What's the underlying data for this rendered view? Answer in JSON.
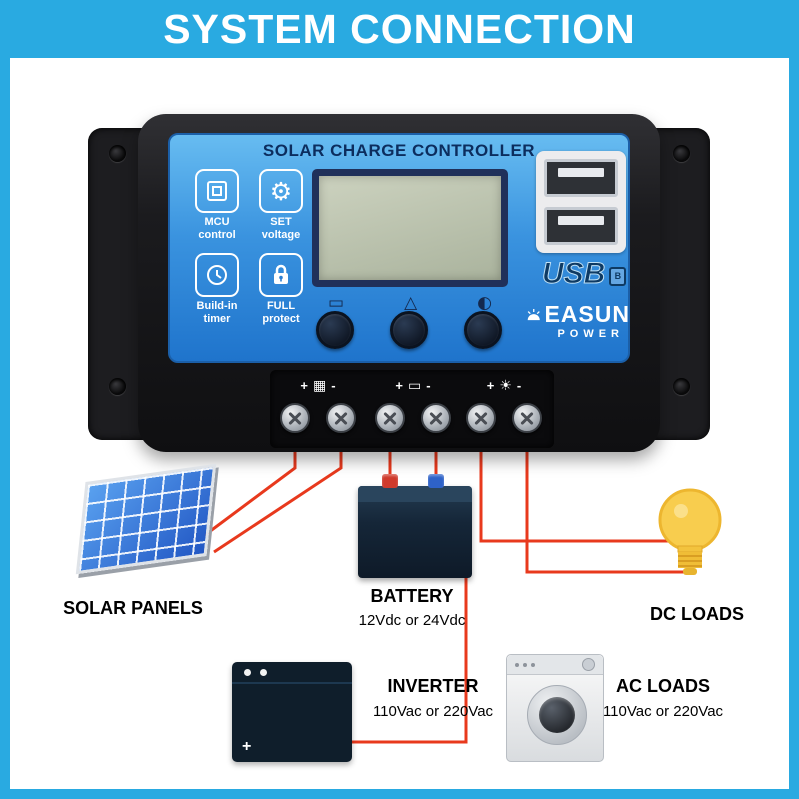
{
  "banner": {
    "title": "SYSTEM CONNECTION"
  },
  "controller": {
    "title": "SOLAR CHARGE CONTROLLER",
    "features": [
      {
        "name": "mcu-control",
        "line1": "MCU",
        "line2": "control"
      },
      {
        "name": "set-voltage",
        "glyph": "⚙",
        "line1": "SET",
        "line2": "voltage"
      },
      {
        "name": "build-in-timer",
        "line1": "Build-in",
        "line2": "timer"
      },
      {
        "name": "full-protect",
        "line1": "FULL",
        "line2": "protect"
      }
    ],
    "indicators": [
      {
        "name": "battery-icon",
        "glyph": "▭"
      },
      {
        "name": "panel-icon",
        "glyph": "△"
      },
      {
        "name": "load-icon",
        "glyph": "◐"
      }
    ],
    "usb_label": "USB",
    "usb_badge": "B",
    "brand": {
      "name": "EASUN",
      "sub": "POWER"
    },
    "terminals": [
      {
        "device": "solar-panel",
        "plus": "+",
        "minus": "-",
        "glyph": "▦"
      },
      {
        "device": "battery",
        "plus": "+",
        "minus": "-",
        "glyph": "▭"
      },
      {
        "device": "dc-load",
        "plus": "+",
        "minus": "-",
        "glyph": "☀"
      }
    ]
  },
  "devices": {
    "solar": {
      "label": "SOLAR PANELS"
    },
    "battery": {
      "label": "BATTERY",
      "spec": "12Vdc or 24Vdc"
    },
    "dc_loads": {
      "label": "DC LOADS"
    },
    "inverter": {
      "label": "INVERTER",
      "spec": "110Vac or 220Vac",
      "plus_mark": "+"
    },
    "ac_loads": {
      "label": "AC LOADS",
      "spec": "110Vac or 220Vac"
    }
  },
  "colors": {
    "accent": "#29aae1",
    "wire": "#e8391d",
    "face_blue": "#3a93df",
    "lcd": "#b9c0ac",
    "body_black": "#1b1b1e",
    "bulb_yellow": "#f6c844",
    "panel_blue": "#2f6bd8",
    "battery_navy": "#16293b"
  }
}
